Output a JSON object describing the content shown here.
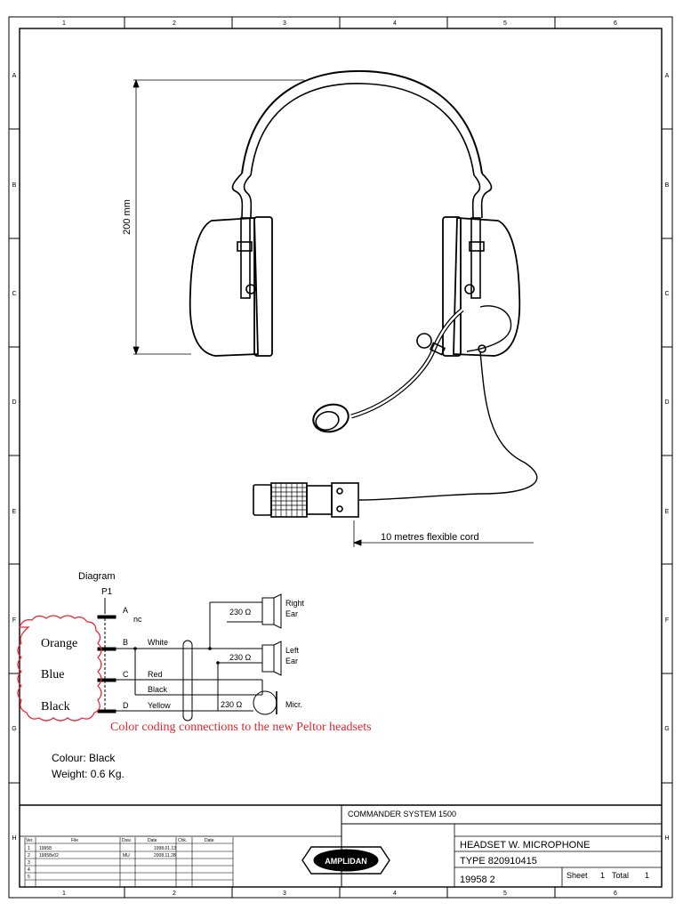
{
  "border": {
    "columns": [
      "1",
      "2",
      "3",
      "4",
      "5",
      "6"
    ],
    "rows": [
      "A",
      "B",
      "C",
      "D",
      "E",
      "F",
      "G",
      "H"
    ]
  },
  "headset": {
    "dimension_label": "200 mm",
    "cord_label": "10 metres flexible cord"
  },
  "diagram": {
    "title": "Diagram",
    "connector": "P1",
    "pins": [
      {
        "pin": "A",
        "wire": "nc"
      },
      {
        "pin": "B",
        "wire": "White"
      },
      {
        "pin": "C",
        "wire": "Red"
      },
      {
        "pin": "",
        "wire": "Black"
      },
      {
        "pin": "D",
        "wire": "Yellow"
      }
    ],
    "resistors": [
      "230 Ω",
      "230 Ω",
      "230 Ω"
    ],
    "loads": [
      "Right Ear",
      "Left Ear",
      "Micr."
    ],
    "load_lines": {
      "right_1": "Right",
      "right_2": "Ear",
      "left_1": "Left",
      "left_2": "Ear",
      "mic": "Micr."
    }
  },
  "annotation": {
    "colors": [
      "Orange",
      "Blue",
      "Black"
    ],
    "note": "Color coding connections to the new Peltor headsets",
    "color_hex": "#e8202a"
  },
  "specs": {
    "colour": "Colour: Black",
    "weight": "Weight:  0.6 Kg."
  },
  "title_block": {
    "system": "COMMANDER SYSTEM 1500",
    "title": "HEADSET W. MICROPHONE",
    "type": "TYPE 820910415",
    "number": "19958 2",
    "sheet_label": "Sheet",
    "sheet": "1",
    "total_label": "Total",
    "total": "1",
    "logo": "AMPLIDAN",
    "rev_headers": [
      "Ver.",
      "File",
      "Dsw.",
      "Date",
      "Chk.",
      "Date"
    ],
    "revisions": [
      {
        "ver": "1",
        "file": "19958",
        "dsw": "",
        "date": "1998.01.13"
      },
      {
        "ver": "2",
        "file": "19958v02",
        "dsw": "MU",
        "date": "2008.11.28"
      },
      {
        "ver": "3",
        "file": "",
        "dsw": "",
        "date": ""
      },
      {
        "ver": "4",
        "file": "",
        "dsw": "",
        "date": ""
      },
      {
        "ver": "5",
        "file": "",
        "dsw": "",
        "date": ""
      }
    ]
  }
}
